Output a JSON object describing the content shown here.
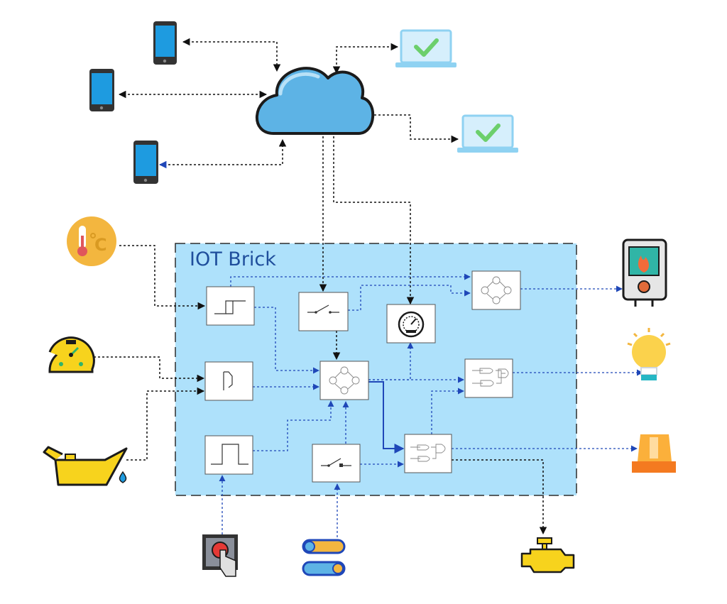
{
  "title": "IOT Brick",
  "colors": {
    "brick_fill": "#aee1fb",
    "brick_border": "#2d2d2d",
    "cloud_fill": "#5db3e5",
    "phone_screen": "#1e9be0",
    "laptop": "#8fd2f2",
    "check": "#6ccf6c",
    "link_black": "#111111",
    "link_blue": "#1f47b8"
  },
  "nodes": {
    "cloud": "cloud-icon",
    "phones": [
      "smartphone-icon",
      "smartphone-icon",
      "smartphone-icon"
    ],
    "laptops": [
      "laptop-check-icon",
      "laptop-check-icon"
    ],
    "inputs": [
      "temperature-sensor-icon",
      "pressure-gauge-icon",
      "oil-can-icon",
      "push-button-icon",
      "toggle-switch-icon"
    ],
    "outputs": [
      "boiler-icon",
      "light-bulb-icon",
      "warning-beacon-icon",
      "engine-icon"
    ],
    "blocks": [
      "hysteresis-block",
      "analog-input-block",
      "pulse-generator-block",
      "switch-block",
      "switch-block",
      "state-machine-block",
      "state-machine-block",
      "gauge-block",
      "logic-gate-block",
      "logic-gate-block"
    ]
  }
}
